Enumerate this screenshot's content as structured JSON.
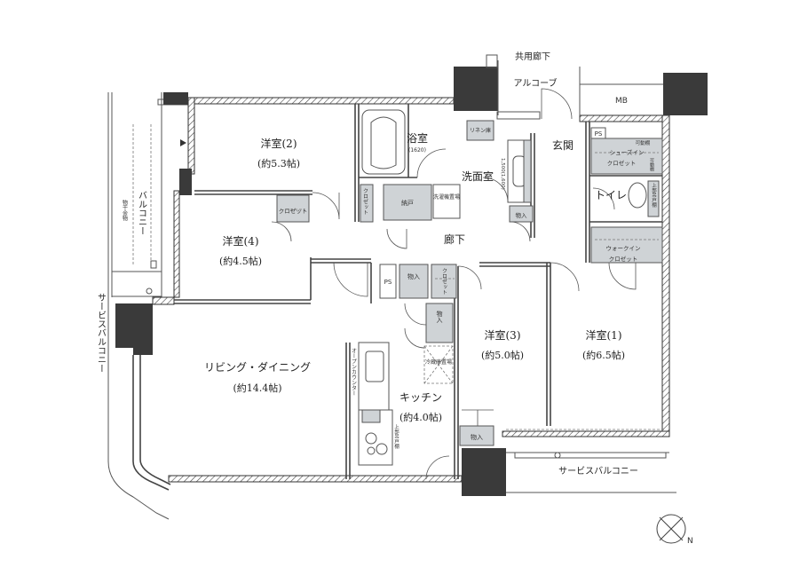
{
  "rooms": {
    "western2": {
      "name": "洋室(2)",
      "area": "(約5.3帖)"
    },
    "western4": {
      "name": "洋室(4)",
      "area": "(約4.5帖)"
    },
    "western3": {
      "name": "洋室(3)",
      "area": "(約5.0帖)"
    },
    "western1": {
      "name": "洋室(1)",
      "area": "(約6.5帖)"
    },
    "living": {
      "name": "リビング・ダイニング",
      "area": "(約14.4帖)"
    },
    "kitchen": {
      "name": "キッチン",
      "area": "(約4.0帖)"
    },
    "bath": {
      "name": "浴室",
      "size": "(1620)"
    },
    "washroom": {
      "name": "洗面室"
    },
    "corridor": {
      "name": "廊下"
    },
    "entrance": {
      "name": "玄関"
    },
    "toilet": {
      "name": "トイレ"
    }
  },
  "exterior": {
    "common_corridor": "共用廊下",
    "alcove": "アルコーブ",
    "mb": "MB",
    "balcony": "バルコニー",
    "balcony_sub": "物干金物",
    "service_balcony_left": "サービスバルコニー",
    "service_balcony_bottom": "サービスバルコニー"
  },
  "storage": {
    "closet_w2": "クロゼット",
    "closet_w4": "クロゼット",
    "closet_mid": "クロゼット",
    "linen": "リネン庫",
    "nando": "納戸",
    "washer": "洗濯機置場",
    "storage_wash": "物入",
    "storage_hall": "物入",
    "storage_kitchen": "物入",
    "storage_w3": "物入",
    "fridge": "冷蔵庫置場",
    "shoes_in": "シューズイン",
    "shoes_closet": "クロゼット",
    "movable_shelf": "可動棚",
    "movable_shelf2": "可動棚",
    "upper_cabinet": "上部吊戸棚",
    "walk_in": "ウォークイン",
    "walk_in_closet": "クロゼット",
    "open_counter": "オープンカウンター",
    "kitchen_upper": "上部吊戸棚",
    "ps_top": "PS",
    "ps_mid": "PS",
    "wash_dim": "1,500(1,600)"
  },
  "compass": {
    "label": "N"
  }
}
